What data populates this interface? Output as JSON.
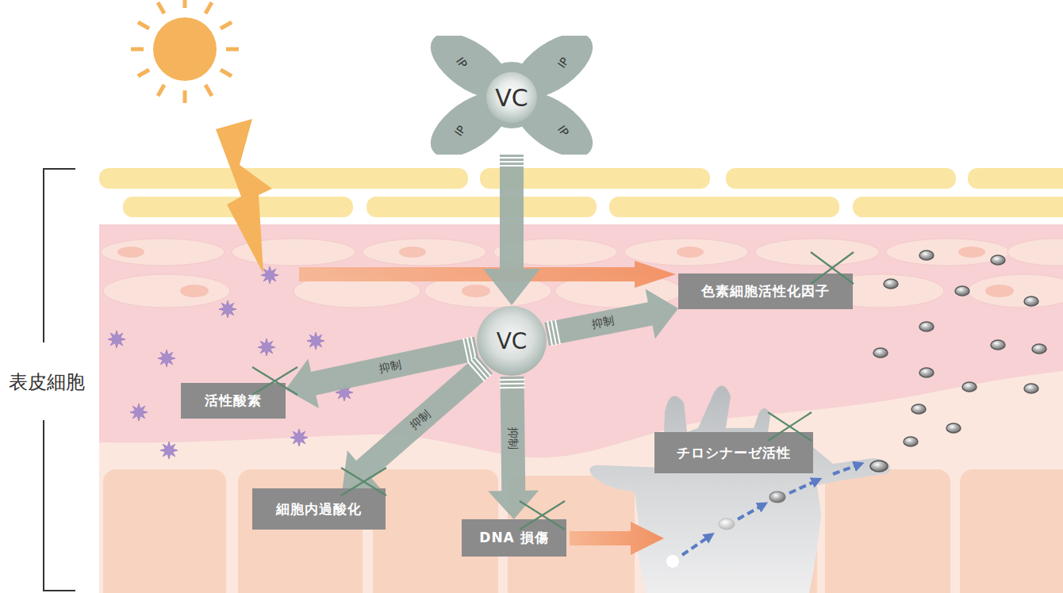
{
  "diagram": {
    "nodes": [
      {
        "text": [
          "VC",
          "IP",
          "IP",
          "IP",
          "IP"
        ]
      },
      {
        "text": [
          "VC"
        ]
      },
      {
        "text": [
          "色素細胞活性化因子"
        ]
      },
      {
        "text": [
          "活性酸素"
        ]
      },
      {
        "text": [
          "細胞内過酸化"
        ]
      },
      {
        "text": [
          "DNA 損傷"
        ]
      },
      {
        "text": [
          "チロシナーゼ活性"
        ]
      }
    ],
    "edges": [
      {
        "from": 0,
        "to": 1,
        "arrow": "to"
      },
      {
        "from": 1,
        "to": 3,
        "label": "抑制",
        "arrow": "to"
      },
      {
        "from": 1,
        "to": 2,
        "label": "抑制",
        "arrow": "to"
      },
      {
        "from": 1,
        "to": 4,
        "label": "抑制",
        "arrow": "to"
      },
      {
        "from": 1,
        "to": 5,
        "label": "抑制",
        "arrow": "to"
      }
    ],
    "labels": [
      "表皮細胞"
    ]
  }
}
